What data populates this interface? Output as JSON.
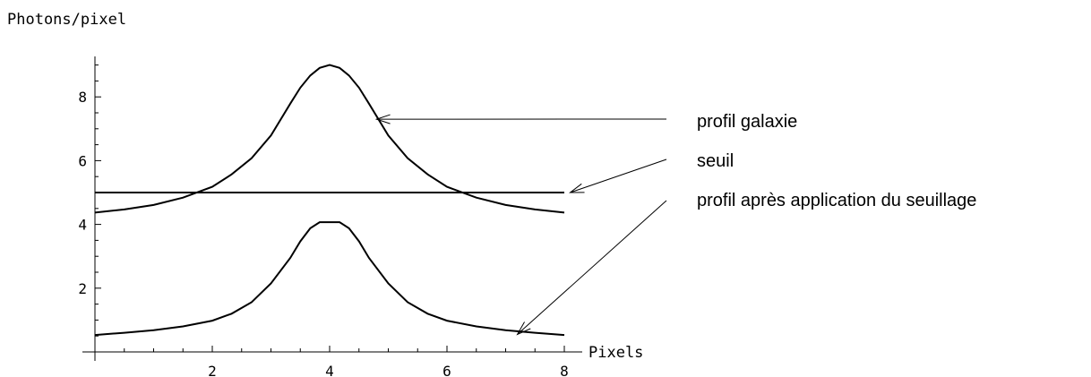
{
  "chart_data": {
    "type": "line",
    "ylabel": "Photons/pixel",
    "xlabel": "Pixels",
    "xlim": [
      0,
      8
    ],
    "ylim": [
      0,
      9
    ],
    "x_ticks": [
      2,
      4,
      6,
      8
    ],
    "y_ticks": [
      2,
      4,
      6,
      8
    ],
    "grid": false,
    "x": [
      0,
      0.5,
      1,
      1.5,
      2,
      2.33,
      2.67,
      3,
      3.33,
      3.5,
      3.67,
      3.83,
      4,
      4.17,
      4.33,
      4.5,
      4.67,
      5,
      5.33,
      5.67,
      6,
      6.5,
      7,
      7.5,
      8
    ],
    "series": [
      {
        "values": [
          4.37,
          4.47,
          4.61,
          4.84,
          5.18,
          5.57,
          6.08,
          6.79,
          7.79,
          8.29,
          8.67,
          8.91,
          9.0,
          8.91,
          8.67,
          8.29,
          7.79,
          6.79,
          6.08,
          5.57,
          5.18,
          4.84,
          4.61,
          4.47,
          4.37
        ]
      },
      {
        "values": [
          5,
          5
        ]
      },
      {
        "values": [
          0.53,
          0.6,
          0.68,
          0.8,
          0.98,
          1.2,
          1.56,
          2.15,
          2.95,
          3.47,
          3.88,
          4.07,
          4.07,
          4.07,
          3.88,
          3.47,
          2.95,
          2.15,
          1.56,
          1.2,
          0.98,
          0.8,
          0.68,
          0.6,
          0.53
        ]
      }
    ],
    "annotations": [
      {
        "text": "profil galaxie",
        "target_x": 4.8,
        "target_y": 7.3
      },
      {
        "text": "seuil",
        "target_x": 8.1,
        "target_y": 5.0
      },
      {
        "text": "profil après application du seuillage",
        "target_x": 7.2,
        "target_y": 0.55
      }
    ]
  }
}
